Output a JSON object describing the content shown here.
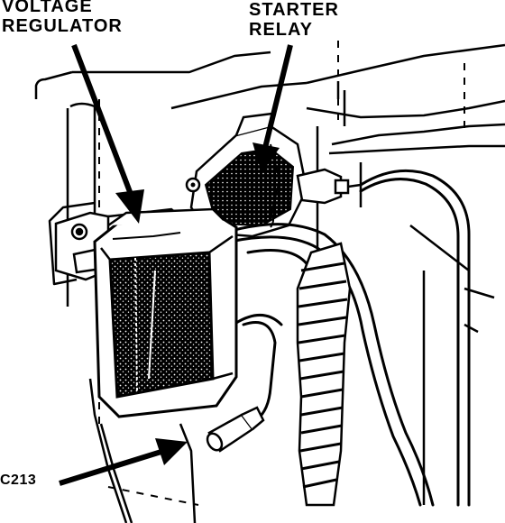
{
  "labels": {
    "voltage_regulator": {
      "line1": "VOLTAGE",
      "line2": "REGULATOR"
    },
    "starter_relay": {
      "line1": "STARTER",
      "line2": "RELAY"
    },
    "connector": "C213"
  },
  "colors": {
    "ink": "#000000",
    "paper": "#ffffff"
  }
}
